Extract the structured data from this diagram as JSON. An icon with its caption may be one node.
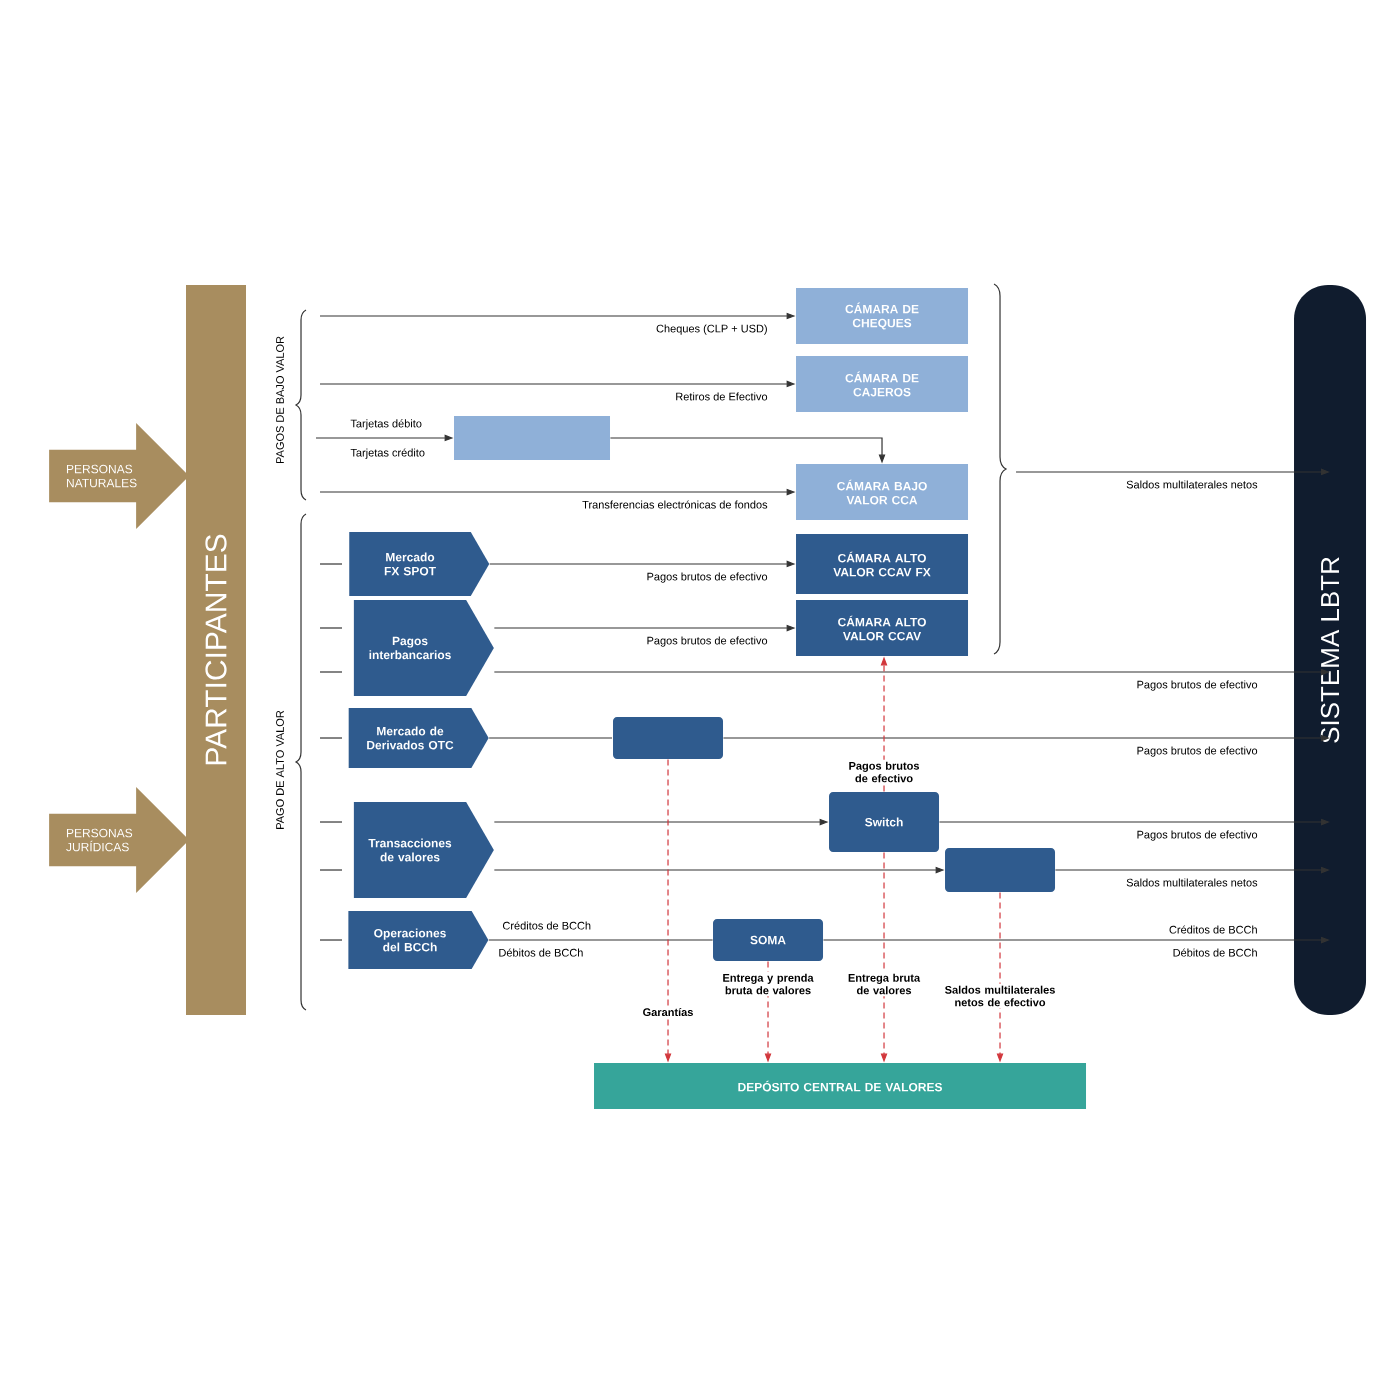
{
  "diagram": {
    "nodes": [
      {
        "text": [
          "PERSONAS NATURALES"
        ]
      },
      {
        "text": [
          "PERSONAS JURÍDICAS"
        ]
      },
      {
        "text": [
          "PARTICIPANTES"
        ]
      },
      {
        "text": [
          "CÁMARA DE CHEQUES"
        ]
      },
      {
        "text": [
          "CÁMARA DE CAJEROS"
        ]
      },
      {
        "text": [],
        "shape": "box"
      },
      {
        "text": [
          "CÁMARA BAJO VALOR CCA"
        ]
      },
      {
        "text": [
          "Mercado FX SPOT"
        ]
      },
      {
        "text": [
          "CÁMARA ALTO VALOR CCAV FX"
        ]
      },
      {
        "text": [
          "Pagos interbancarios"
        ]
      },
      {
        "text": [
          "CÁMARA ALTO VALOR CCAV"
        ]
      },
      {
        "text": [
          "Mercado de Derivados OTC"
        ]
      },
      {
        "text": [],
        "shape": "box"
      },
      {
        "text": [
          "Transacciones de valores"
        ]
      },
      {
        "text": [
          "Switch"
        ]
      },
      {
        "text": [],
        "shape": "box"
      },
      {
        "text": [
          "Operaciones del BCCh"
        ]
      },
      {
        "text": [
          "SOMA"
        ]
      },
      {
        "text": [
          "DEPÓSITO CENTRAL DE VALORES"
        ]
      },
      {
        "text": [
          "SISTEMA LBTR"
        ]
      }
    ],
    "edges": [
      {
        "from": null,
        "to": 3,
        "arrow": "to",
        "label": "Cheques (CLP + USD)"
      },
      {
        "from": null,
        "to": 4,
        "arrow": "to",
        "label": "Retiros de Efectivo"
      },
      {
        "from": null,
        "to": 5,
        "arrow": "to",
        "label": "Tarjetas débito"
      },
      {
        "from": 5,
        "to": 6,
        "arrow": "to"
      },
      {
        "from": null,
        "to": 6,
        "arrow": "to",
        "label": "Transferencias electrónicas de fondos"
      },
      {
        "from": null,
        "to": 19,
        "arrow": "to",
        "label": "Saldos multilaterales netos"
      },
      {
        "from": 7,
        "to": 8,
        "arrow": "to",
        "label": "Pagos brutos de efectivo"
      },
      {
        "from": 9,
        "to": 10,
        "arrow": "to",
        "label": "Pagos brutos de efectivo"
      },
      {
        "from": 9,
        "to": 19,
        "arrow": "to",
        "label": "Pagos brutos de efectivo"
      },
      {
        "from": 11,
        "to": 12,
        "arrow": "none"
      },
      {
        "from": 12,
        "to": 19,
        "arrow": "to",
        "label": "Pagos brutos de efectivo"
      },
      {
        "from": 13,
        "to": 14,
        "arrow": "to"
      },
      {
        "from": 14,
        "to": 19,
        "arrow": "to",
        "label": "Pagos brutos de efectivo"
      },
      {
        "from": 13,
        "to": 15,
        "arrow": "to"
      },
      {
        "from": 15,
        "to": 19,
        "arrow": "to",
        "label": "Saldos multilaterales netos"
      },
      {
        "from": 16,
        "to": 17,
        "arrow": "none",
        "label": "Créditos de BCCh"
      },
      {
        "from": 17,
        "to": 19,
        "arrow": "to",
        "label": "Créditos de BCCh"
      },
      {
        "from": 12,
        "to": 18,
        "arrow": "to",
        "label": "Garantías",
        "style": "dashed",
        "color": "#d2373c"
      },
      {
        "from": 17,
        "to": 18,
        "arrow": "to",
        "label": "Entrega y prenda bruta de valores",
        "style": "dashed",
        "color": "#d2373c"
      },
      {
        "from": 14,
        "to": 18,
        "arrow": "to",
        "label": "Entrega bruta de valores",
        "style": "dashed",
        "color": "#d2373c"
      },
      {
        "from": 14,
        "to": 10,
        "arrow": "to",
        "label": "Pagos brutos de efectivo",
        "style": "dashed",
        "color": "#d2373c"
      },
      {
        "from": 15,
        "to": 18,
        "arrow": "to",
        "label": "Saldos multilaterales netos de efectivo",
        "style": "dashed",
        "color": "#d2373c"
      }
    ],
    "labels": [
      "PAGOS DE BAJO VALOR",
      "PAGO DE ALTO VALOR",
      "Tarjetas crédito",
      "Débitos de BCCh",
      "Débitos de BCCh"
    ]
  }
}
